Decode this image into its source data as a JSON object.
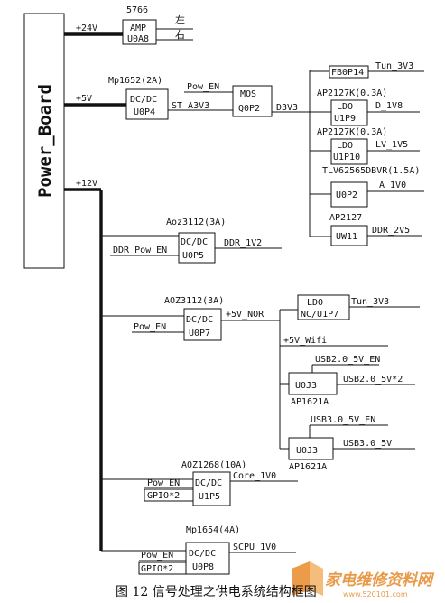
{
  "diagram": {
    "main_block": "Power_Board",
    "rails": {
      "v24": "+24V",
      "v5": "+5V",
      "v12": "+12V"
    },
    "amp": {
      "part": "5766",
      "name": "AMP",
      "ref": "U0A8",
      "out_left": "左",
      "out_right": "右"
    },
    "dcdc_5v": {
      "part": "Mp1652(2A)",
      "name": "DC/DC",
      "ref": "U0P4"
    },
    "st_a3v3": "ST_A3V3",
    "pow_en_1": "Pow_EN",
    "mos": {
      "name": "MOS",
      "ref": "Q0P2"
    },
    "d3v3": "D3V3",
    "fb0p14": {
      "ref": "FB0P14",
      "out": "Tun_3V3"
    },
    "ldo_u1p9": {
      "part": "AP2127K(0.3A)",
      "name": "LDO",
      "ref": "U1P9",
      "out": "D_1V8"
    },
    "ldo_u1p10": {
      "part": "AP2127K(0.3A)",
      "name": "LDO",
      "ref": "U1P10",
      "out": "LV_1V5"
    },
    "u0p2": {
      "part": "TLV62565DBVR(1.5A)",
      "ref": "U0P2",
      "out": "A_1V0"
    },
    "uw11": {
      "part": "AP2127",
      "ref": "UW11",
      "out": "DDR_2V5"
    },
    "u0p5": {
      "part": "Aoz3112(3A)",
      "name": "DC/DC",
      "ref": "U0P5",
      "en": "DDR_Pow_EN",
      "out": "DDR_1V2"
    },
    "u0p7": {
      "part": "AOZ3112(3A)",
      "name": "DC/DC",
      "ref": "U0P7",
      "en": "Pow_EN",
      "out": "+5V_NOR"
    },
    "ldo_nc": {
      "name": "LDO",
      "ref": "NC/U1P7",
      "out": "Tun_3V3"
    },
    "wifi": "+5V_Wifi",
    "usb2": {
      "en": "USB2.0_5V_EN",
      "ref": "U0J3",
      "part": "AP1621A",
      "out": "USB2.0_5V*2"
    },
    "usb3": {
      "en": "USB3.0_5V_EN",
      "ref": "U0J3",
      "part": "AP1621A",
      "out": "USB3.0_5V"
    },
    "u1p5": {
      "part": "AOZ1268(10A)",
      "name": "DC/DC",
      "ref": "U1P5",
      "en": "Pow_EN",
      "gpio": "GPIO*2",
      "out": "Core_1V0"
    },
    "u0p8": {
      "part": "Mp1654(4A)",
      "name": "DC/DC",
      "ref": "U0P8",
      "en": "Pow_EN",
      "gpio": "GPIO*2",
      "out": "SCPU_1V0"
    }
  },
  "caption": "图 12   信号处理之供电系统结构框图",
  "watermark": {
    "text": "家电维修资料网",
    "url": "www.520101.com"
  }
}
